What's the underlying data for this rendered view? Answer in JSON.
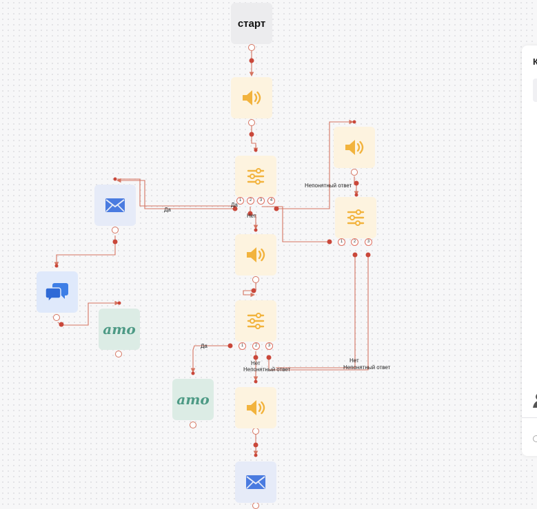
{
  "canvas": {
    "start_label": "старт",
    "amo_label": "amo",
    "branch_labels": {
      "yes_1": "Да",
      "yes_2": "Да",
      "yes_3": "Да",
      "no_1": "Нет",
      "no_2": "Нет",
      "no_3": "Нет",
      "unclear_1": "Непонятный ответ",
      "unclear_2": "Непонятный ответ",
      "unclear_3": "Непонятный ответ"
    },
    "port_numbers": [
      "1",
      "2",
      "3",
      "4"
    ]
  },
  "side_panel": {
    "header_initial": "К"
  },
  "colors": {
    "connector": "#d5735f",
    "connector_dot": "#c9473a",
    "sound_icon": "#f2b33d",
    "filter_icon": "#f2b33d",
    "mail_icon": "#4a7be0",
    "chat_icon": "#3d7ee6",
    "amo_text": "#4d9a85"
  },
  "icons": [
    "speaker-icon",
    "filter-sliders-icon",
    "envelope-icon",
    "chat-bubbles-icon",
    "amo-logo"
  ]
}
